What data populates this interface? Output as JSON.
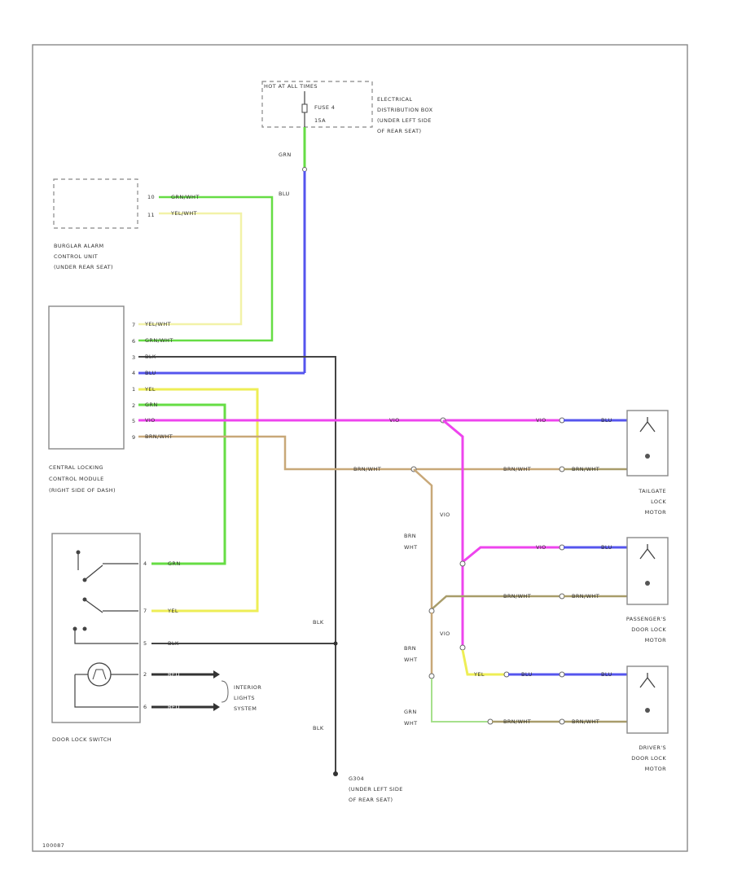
{
  "diagram": {
    "components": {
      "hot_at_all_times": "HOT AT ALL TIMES",
      "fuse_label": "FUSE 4",
      "fuse_rating": "15A",
      "electrical_dist_box": [
        "ELECTRICAL",
        "DISTRIBUTION BOX",
        "(UNDER LEFT SIDE",
        "OF REAR SEAT)"
      ],
      "burglar_alarm": [
        "BURGLAR ALARM",
        "CONTROL UNIT",
        "(UNDER REAR SEAT)"
      ],
      "central_locking": [
        "CENTRAL LOCKING",
        "CONTROL MODULE",
        "(RIGHT SIDE OF DASH)"
      ],
      "tailgate_motor": [
        "TAILGATE",
        "LOCK",
        "MOTOR"
      ],
      "passenger_motor": [
        "PASSENGER'S",
        "DOOR LOCK",
        "MOTOR"
      ],
      "driver_motor": [
        "DRIVER'S",
        "DOOR LOCK",
        "MOTOR"
      ],
      "door_lock_switch": "DOOR LOCK SWITCH",
      "interior_lights": [
        "INTERIOR",
        "LIGHTS",
        "SYSTEM"
      ],
      "ground": [
        "G304",
        "(UNDER LEFT SIDE",
        "OF REAR SEAT)"
      ],
      "figure_id": "100087"
    },
    "wire_labels": {
      "grn": "GRN",
      "blu": "BLU",
      "blk": "BLK",
      "yel": "YEL",
      "vio": "VIO",
      "grn_wht": "GRN/WHT",
      "yel_wht": "YEL/WHT",
      "brn_wht": "BRN/WHT",
      "red": "RED",
      "brn": "BRN",
      "wht": "WHT"
    },
    "pins": {
      "ba_10": "10",
      "ba_11": "11",
      "cl_7": "7",
      "cl_6": "6",
      "cl_3": "3",
      "cl_4": "4",
      "cl_1": "1",
      "cl_2": "2",
      "cl_5": "5",
      "cl_9": "9",
      "sw_4": "4",
      "sw_7": "7",
      "sw_5": "5",
      "sw_2": "2",
      "sw_6": "6",
      "c1": "1",
      "c2": "2"
    },
    "colors": {
      "green": "#66dd44",
      "blue": "#5555ee",
      "yellow": "#eeee55",
      "pale_yellow": "#f2f2a8",
      "magenta": "#ee44ee",
      "brown": "#c8a878",
      "black": "#333333",
      "dark_olive": "#a89c6a"
    }
  }
}
